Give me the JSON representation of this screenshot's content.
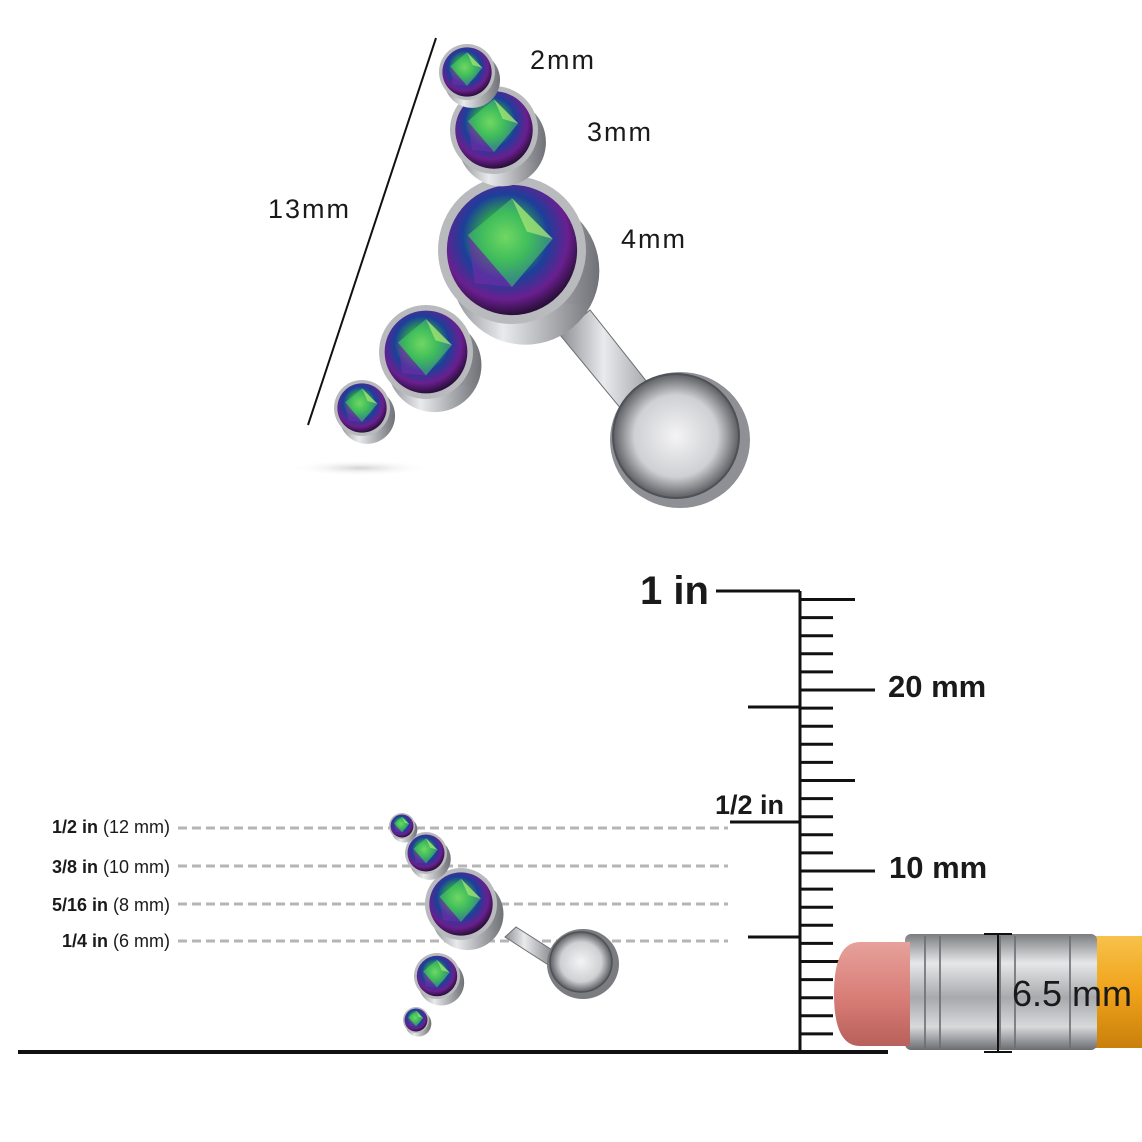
{
  "product": {
    "stone_sizes": [
      "2mm",
      "3mm",
      "4mm"
    ],
    "total_length": "13mm"
  },
  "ruler": {
    "inch_label": "1 in",
    "half_inch_label": "1/2 in",
    "mm20_label": "20 mm",
    "mm10_label": "10 mm",
    "pencil_label": "6.5 mm"
  },
  "size_guide": [
    {
      "inch": "1/2 in",
      "mm": "(12 mm)"
    },
    {
      "inch": "3/8 in",
      "mm": "(10 mm)"
    },
    {
      "inch": "5/16 in",
      "mm": "(8 mm)"
    },
    {
      "inch": "1/4 in",
      "mm": "(6 mm)"
    }
  ],
  "colors": {
    "metal": "#c8c9cc",
    "gem_green": "#3fbf3f",
    "gem_purple": "#6a1f8f",
    "gem_blue": "#1c3f9a",
    "eraser": "#d87c76",
    "pencil_yellow": "#f0a21a",
    "ruler_line": "#111111",
    "guide_dash": "#b5b5b5"
  }
}
